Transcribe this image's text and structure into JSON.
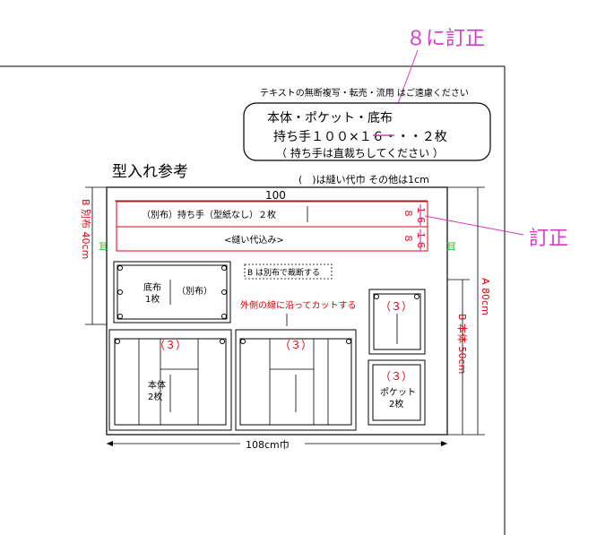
{
  "annotation_top": "８に訂正",
  "annotation_right": "訂正",
  "copyright_notice": "テキストの無断複写・転売・流用 はご遠慮ください",
  "info_box": {
    "line1": "本体・ポケット・底布",
    "line2": "持ち手１００×",
    "line2_struck": "１６",
    "line2_tail": "・・・２枚",
    "line3": "（ 持ち手は直裁ちしてください ）"
  },
  "title": "型入れ参考",
  "legend": "(　)は縫い代巾  その他は1cm",
  "dim_100": "100",
  "strap_top_label": "（別布）持ち手（型紙なし）２枚",
  "strap_bottom_label": "<縫い代込み>",
  "strap_top_num": "８",
  "strap_top_num_struck": "１６",
  "strap_bottom_num": "８",
  "strap_bottom_num_struck": "１６",
  "fabric_b_dim": "B 別布 40cm",
  "fabric_a_dim": "A 80cm",
  "fabric_a_body_dim": "B 本体 50cm",
  "width_dim": "108cm巾",
  "grain_mark": "耳",
  "bottom_piece_label": "底布\n1枚",
  "bottom_piece_note": "（別布）",
  "b_note": "B は別布で裁断する",
  "cut_note": "外側の線に沿ってカットする",
  "seam_3": "（３）",
  "body_piece_label": "本体\n2枚",
  "pocket_piece_label": "ポケット\n2枚",
  "colors": {
    "magenta": "#d63ac7",
    "red": "#e0000a",
    "green": "#2cbf2c",
    "black": "#000000"
  }
}
